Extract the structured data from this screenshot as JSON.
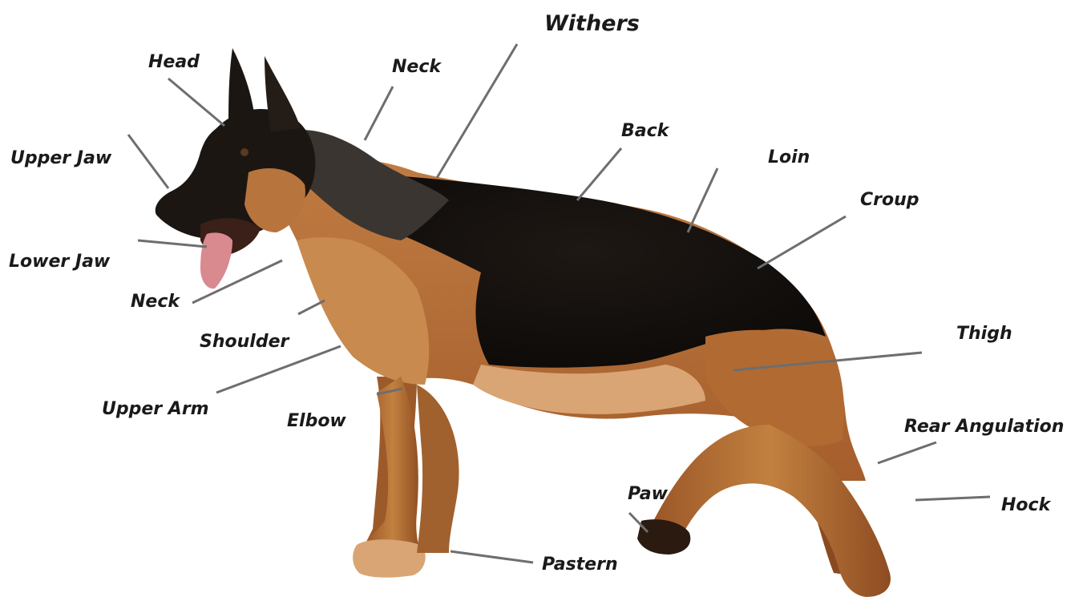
{
  "diagram": {
    "labels": {
      "withers": "Withers",
      "head": "Head",
      "neck_top": "Neck",
      "back": "Back",
      "loin": "Loin",
      "upper_jaw": "Upper Jaw",
      "croup": "Croup",
      "lower_jaw": "Lower Jaw",
      "neck_lower": "Neck",
      "shoulder": "Shoulder",
      "thigh": "Thigh",
      "upper_arm": "Upper Arm",
      "elbow": "Elbow",
      "rear_angulation": "Rear Angulation",
      "paw": "Paw",
      "hock": "Hock",
      "pastern": "Pastern"
    },
    "colors": {
      "saddle": "#15110f",
      "tan": "#b8743d",
      "tan_light": "#d9a574",
      "tan_dark": "#8a4f24",
      "tongue": "#d88a8f",
      "leader_line": "#6e6e6e",
      "label_text": "#1a1a1a"
    }
  }
}
